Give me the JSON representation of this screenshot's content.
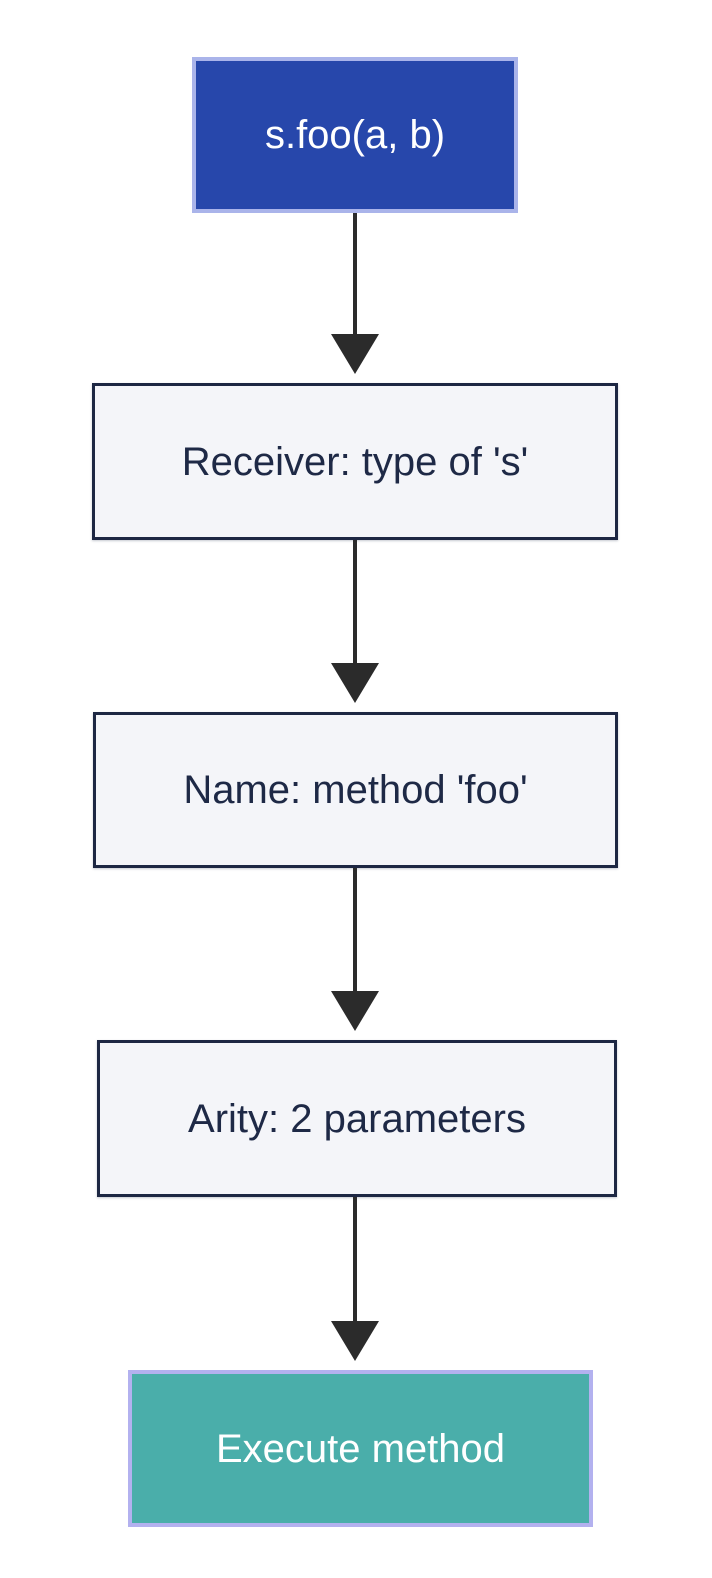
{
  "diagram": {
    "type": "flowchart",
    "background": "#ffffff",
    "arrow_color": "#2b2b2b",
    "nodes": [
      {
        "id": "call",
        "label": "s.foo(a, b)",
        "kind": "highlighted-start",
        "fill": "#2747ab",
        "border": "#aab4ea",
        "text_color": "#ffffff"
      },
      {
        "id": "receiver",
        "label": "Receiver: type of 's'",
        "kind": "step",
        "fill": "#f4f5f9",
        "border": "#1d2743",
        "text_color": "#1e2946"
      },
      {
        "id": "name",
        "label": "Name: method 'foo'",
        "kind": "step",
        "fill": "#f4f5f9",
        "border": "#1d2743",
        "text_color": "#1e2946"
      },
      {
        "id": "arity",
        "label": "Arity: 2 parameters",
        "kind": "step",
        "fill": "#f4f5f9",
        "border": "#1d2743",
        "text_color": "#1e2946"
      },
      {
        "id": "execute",
        "label": "Execute method",
        "kind": "highlighted-end",
        "fill": "#4aaeaa",
        "border": "#b3b1ef",
        "text_color": "#ffffff"
      }
    ],
    "edges": [
      {
        "from": "call",
        "to": "receiver"
      },
      {
        "from": "receiver",
        "to": "name"
      },
      {
        "from": "name",
        "to": "arity"
      },
      {
        "from": "arity",
        "to": "execute"
      }
    ]
  }
}
